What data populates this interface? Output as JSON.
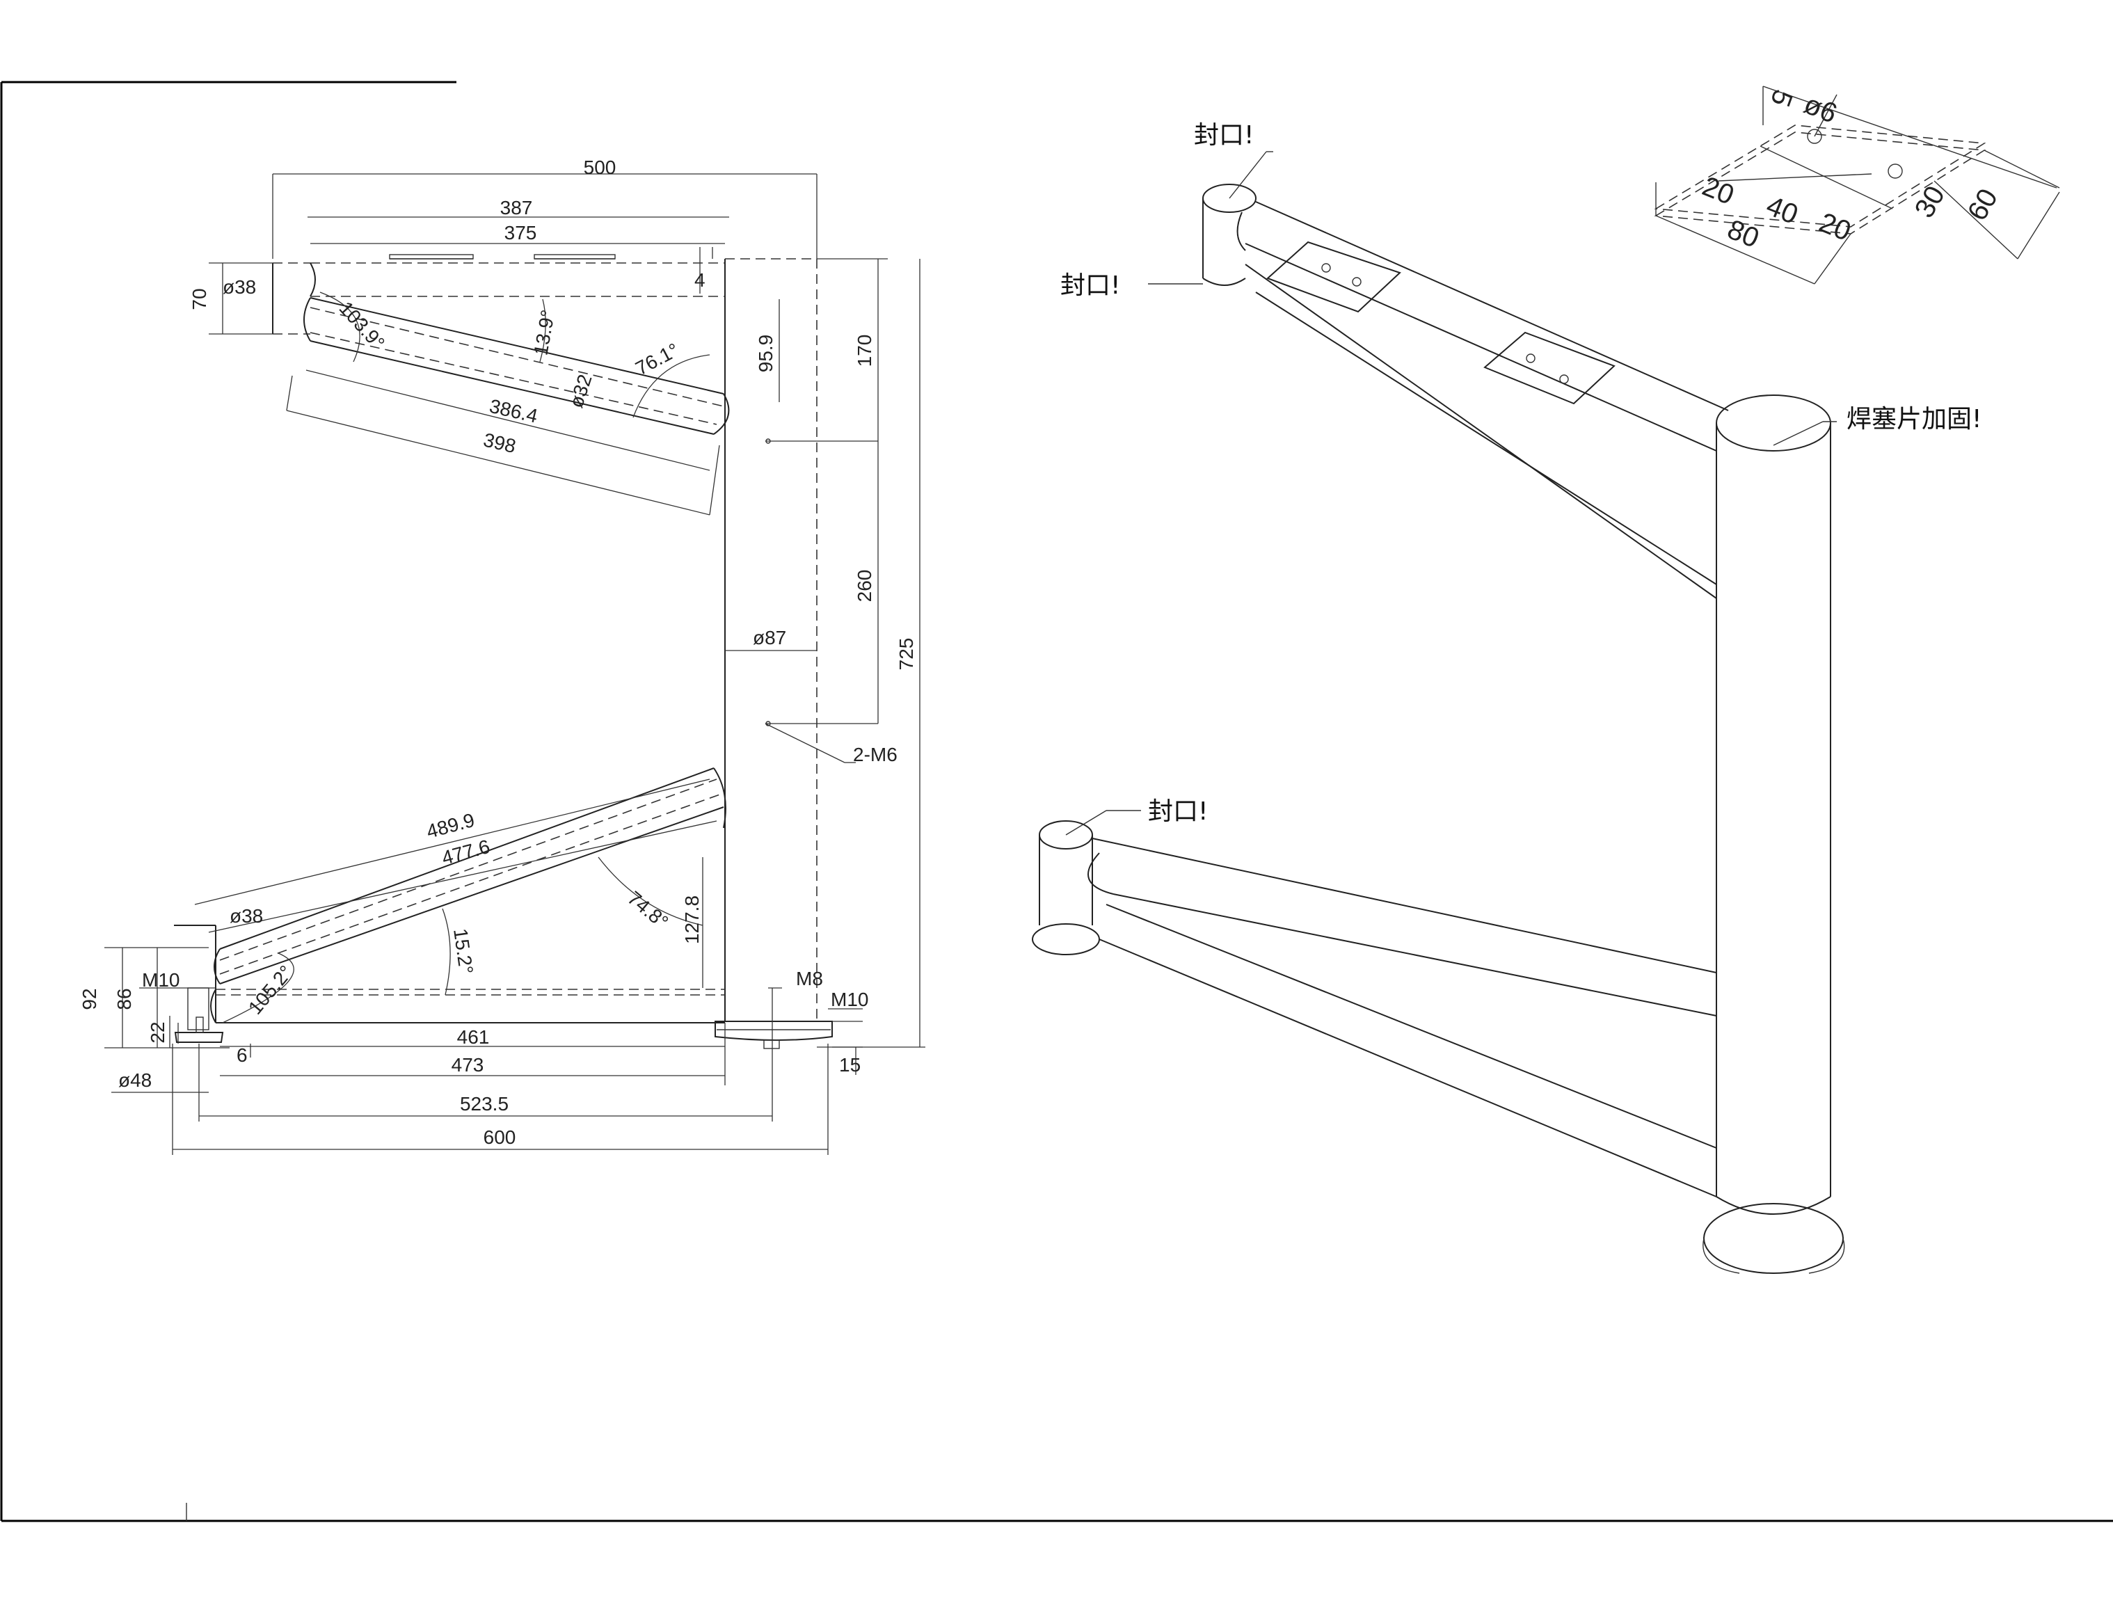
{
  "front_view": {
    "dims": {
      "d500": "500",
      "d387": "387",
      "d375": "375",
      "d70": "70",
      "phi38_top": "ø38",
      "d4": "4",
      "a103": "103.9°",
      "a13_9": "13.9°",
      "d95_9": "95.9",
      "a76_1": "76.1°",
      "phi32": "ø32",
      "d386_4": "386.4",
      "d398": "398",
      "d170": "170",
      "d260": "260",
      "d725": "725",
      "phi87": "ø87",
      "m6": "2-M6",
      "d489_9": "489.9",
      "d477_6": "477.6",
      "phi38_bot": "ø38",
      "a74_8": "74.8°",
      "d127_8": "127.8",
      "a15_2": "15.2°",
      "d92": "92",
      "d86": "86",
      "m10_left": "M10",
      "d22": "22",
      "a105_2": "105.2°",
      "d6": "6",
      "d461": "461",
      "m8": "M8",
      "m10_right": "M10",
      "d15": "15",
      "phi48": "ø48",
      "d473": "473",
      "d523_5": "523.5",
      "d600": "600"
    }
  },
  "iso_view": {
    "notes": {
      "seal_top": "封口!",
      "seal_mid": "封口!",
      "seal_bottom": "封口!",
      "weld_plug": "焊塞片加固!"
    }
  },
  "plate_detail": {
    "dims": {
      "d5": "5",
      "phi6": "ø6",
      "d20a": "20",
      "d40": "40",
      "d20b": "20",
      "d80": "80",
      "d30": "30",
      "d60": "60"
    }
  }
}
